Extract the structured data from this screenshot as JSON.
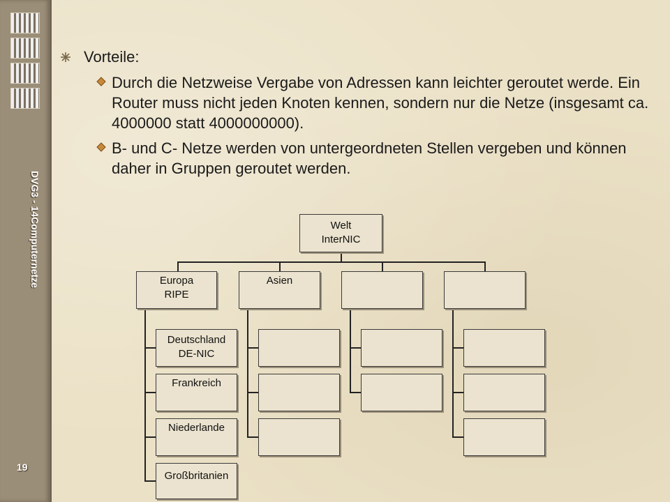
{
  "sidebar": {
    "vertical_title": "DVG3 - 14Computernetze",
    "page_number": "19"
  },
  "content": {
    "heading": "Vorteile:",
    "bullets": [
      "Durch die Netzweise Vergabe von Adressen kann leichter geroutet werde. Ein Router muss nicht jeden Knoten kennen, sondern nur die Netze (insgesamt ca. 4000000 statt 4000000000).",
      "B- und C- Netze werden von untergeordneten Stellen vergeben und können daher in Gruppen geroutet werden."
    ]
  },
  "diagram": {
    "root": {
      "line1": "Welt",
      "line2": "InterNIC"
    },
    "regions": [
      {
        "line1": "Europa",
        "line2": "RIPE"
      },
      {
        "line1": "Asien",
        "line2": ""
      },
      {
        "line1": "",
        "line2": ""
      },
      {
        "line1": "",
        "line2": ""
      }
    ],
    "europe_children": [
      {
        "line1": "Deutschland",
        "line2": "DE-NIC"
      },
      {
        "line1": "Frankreich",
        "line2": ""
      },
      {
        "line1": "Niederlande",
        "line2": ""
      },
      {
        "line1": "Großbritanien",
        "line2": ""
      }
    ]
  },
  "colors": {
    "sidebar": "#9b8e78",
    "background": "#ebe1c6",
    "box": "#ebe3cf"
  }
}
